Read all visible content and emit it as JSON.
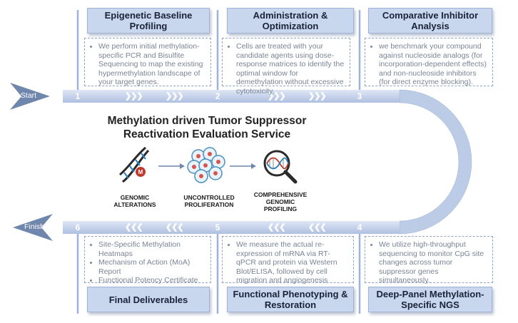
{
  "center_title": {
    "line1": "Methylation driven Tumor Suppressor",
    "line2": "Reactivation Evaluation Service"
  },
  "start_label": "Start",
  "finish_label": "Finish",
  "steps": [
    {
      "number": "1",
      "title": "Epigenetic Baseline Profiling",
      "bullets": [
        "We perform initial methylation-specific PCR and Bisulfite Sequencing to map the existing hypermethylation landscape of your target genes."
      ]
    },
    {
      "number": "2",
      "title": "Administration & Optimization",
      "bullets": [
        "Cells are treated with your candidate agents using dose-response matrices to identify the optimal window for demethylation without excessive cytotoxicity."
      ]
    },
    {
      "number": "3",
      "title": "Comparative Inhibitor Analysis",
      "bullets": [
        "we benchmark your compound against nucleoside analogs (for incorporation-dependent effects) and non-nucleoside inhibitors (for direct enzyme blocking)."
      ]
    },
    {
      "number": "4",
      "title": "Deep-Panel Methylation-Specific NGS",
      "bullets": [
        "We utilize high-throughput sequencing to monitor CpG site changes across tumor suppressor genes simultaneously."
      ]
    },
    {
      "number": "5",
      "title": "Functional Phenotyping & Restoration",
      "bullets": [
        "We measure the actual re-expression of mRNA via RT-qPCR and protein via Western Blot/ELISA, followed by cell migration and angiogenesis assays."
      ]
    },
    {
      "number": "6",
      "title": "Final Deliverables",
      "bullets": [
        "Site-Specific Methylation Heatmaps",
        "Mechanism of Action (MoA) Report",
        "Functional Potency Certificate"
      ]
    }
  ],
  "icons": [
    {
      "name": "dna-icon",
      "label": "GENOMIC ALTERATIONS"
    },
    {
      "name": "cell-cluster-icon",
      "label": "UNCONTROLLED PROLIFERATION"
    },
    {
      "name": "magnifier-dna-icon",
      "label": "COMPREHENSIVE GENOMIC PROFILING"
    }
  ],
  "colors": {
    "track": "#c6d4ec",
    "track_edge": "#9fb3d9",
    "arrow": "#6f86ad",
    "title_fill": "#c9d7ee",
    "dashed": "#8fa4cc"
  }
}
